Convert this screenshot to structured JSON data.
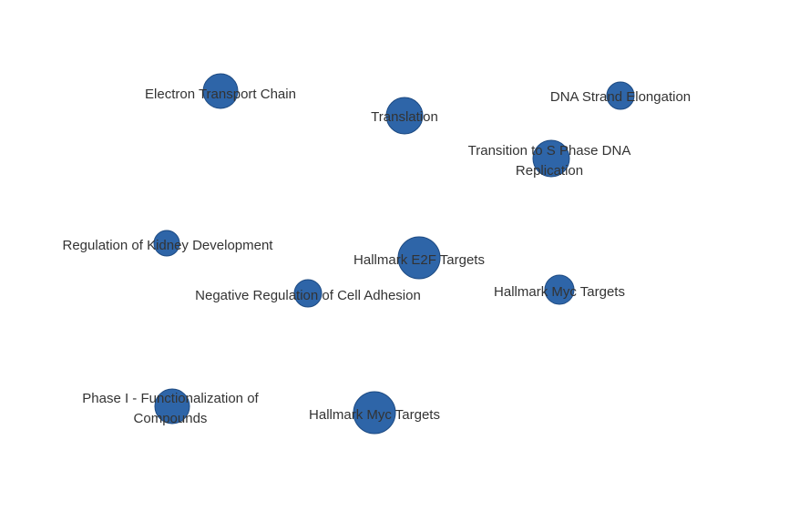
{
  "colors": {
    "node_fill": "#2e65a8",
    "node_stroke": "#1d4a82",
    "label": "#333333",
    "background": "#ffffff"
  },
  "nodes": [
    {
      "id": "electron-transport-chain",
      "label": [
        "Electron Transport Chain"
      ]
    },
    {
      "id": "translation",
      "label": [
        "Translation"
      ]
    },
    {
      "id": "dna-strand-elongation",
      "label": [
        "DNA Strand Elongation"
      ]
    },
    {
      "id": "transition-to-s-phase",
      "label": [
        "Transition to S Phase DNA",
        "Replication"
      ]
    },
    {
      "id": "regulation-of-kidney-development",
      "label": [
        "Regulation of Kidney Development"
      ]
    },
    {
      "id": "hallmark-e2f-targets",
      "label": [
        "Hallmark E2F Targets"
      ]
    },
    {
      "id": "negative-regulation-of-cell-adhesion",
      "label": [
        "Negative Regulation of Cell Adhesion"
      ]
    },
    {
      "id": "hallmark-myc-targets-1",
      "label": [
        "Hallmark Myc Targets"
      ]
    },
    {
      "id": "phase-i-functionalization",
      "label": [
        "Phase I - Functionalization of",
        "Compounds"
      ]
    },
    {
      "id": "hallmark-myc-targets-2",
      "label": [
        "Hallmark Myc Targets"
      ]
    }
  ]
}
